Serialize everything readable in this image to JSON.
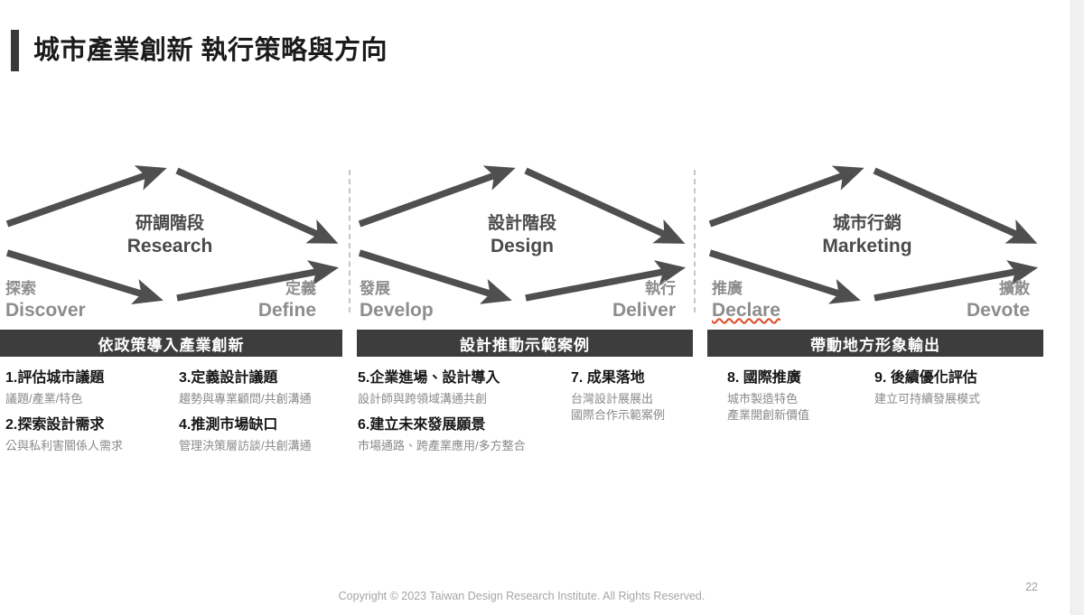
{
  "header": {
    "title": "城市產業創新 執行策略與方向",
    "accent_color": "#3a3a3a"
  },
  "diagram": {
    "type": "triple-diamond",
    "arrow_color": "#4f4f4f",
    "separator_color": "#c6c6c6",
    "stages": [
      {
        "center_cn": "研調階段",
        "center_en": "Research",
        "left_cn": "探索",
        "left_en": "Discover",
        "right_cn": "定義",
        "right_en": "Define",
        "banner": "依政策導入產業創新"
      },
      {
        "center_cn": "設計階段",
        "center_en": "Design",
        "left_cn": "發展",
        "left_en": "Develop",
        "right_cn": "執行",
        "right_en": "Deliver",
        "banner": "設計推動示範案例"
      },
      {
        "center_cn": "城市行銷",
        "center_en": "Marketing",
        "left_cn": "推廣",
        "left_en": "Declare",
        "left_en_misspelled": true,
        "right_cn": "擴散",
        "right_en": "Devote",
        "banner": "帶動地方形象輸出"
      }
    ]
  },
  "details": {
    "columns": [
      {
        "items": [
          {
            "title": "1.評估城市議題",
            "sub": [
              "議題/產業/特色"
            ]
          },
          {
            "title": "2.探索設計需求",
            "sub": [
              "公與私利害關係人需求"
            ]
          }
        ]
      },
      {
        "items": [
          {
            "title": "3.定義設計議題",
            "sub": [
              "趨勢與專業顧問/共創溝通"
            ]
          },
          {
            "title": "4.推測市場缺口",
            "sub": [
              "管理決策層訪談/共創溝通"
            ]
          }
        ]
      },
      {
        "items": [
          {
            "title": "5.企業進場、設計導入",
            "sub": [
              "設計師與跨領域溝通共創"
            ]
          },
          {
            "title": "6.建立未來發展願景",
            "sub": [
              "市場通路、跨產業應用/多方整合"
            ]
          }
        ]
      },
      {
        "items": [
          {
            "title": "7. 成果落地",
            "sub": [
              "台灣設計展展出",
              "國際合作示範案例"
            ]
          }
        ]
      },
      {
        "items": [
          {
            "title": "8. 國際推廣",
            "sub": [
              "城市製造特色",
              "產業開創新價值"
            ]
          }
        ]
      },
      {
        "items": [
          {
            "title": "9. 後續優化評估",
            "sub": [
              "建立可持續發展模式"
            ]
          }
        ]
      }
    ]
  },
  "footer": {
    "copyright": "Copyright © 2023 Taiwan Design Research Institute. All Rights Reserved.",
    "page_number": "22"
  }
}
